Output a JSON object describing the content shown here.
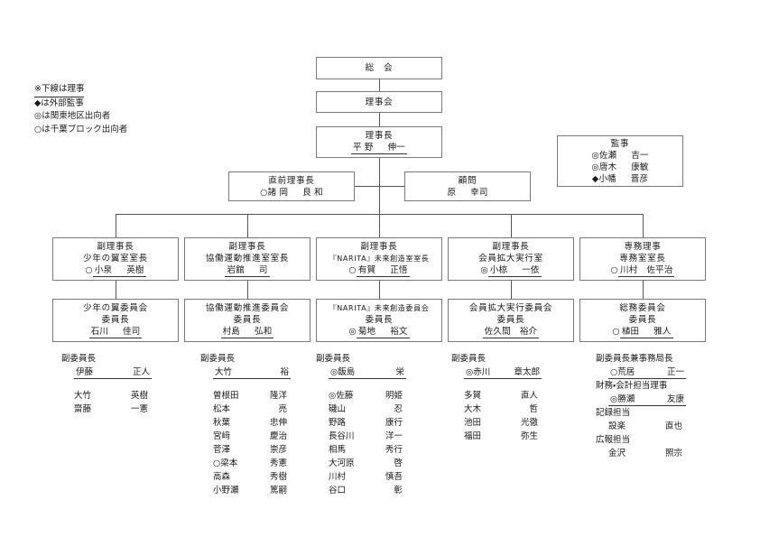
{
  "legend": {
    "title": "※下線は理事",
    "items": [
      "◆は外部監事",
      "◎は関東地区出向者",
      "○は千葉ブロック出向者"
    ]
  },
  "boxes": {
    "assembly": {
      "title": "総　会"
    },
    "board": {
      "title": "理事会"
    },
    "chairman": {
      "title": "理事長",
      "name_last": "平 野",
      "name_first": "伸一"
    },
    "auditors": {
      "title": "監事",
      "members": [
        {
          "mark": "◎",
          "last": "佐瀬",
          "first": "吉一"
        },
        {
          "mark": "◎",
          "last": "唐木",
          "first": "康敏"
        },
        {
          "mark": "◆",
          "last": "小幡",
          "first": "晋彦"
        }
      ]
    },
    "past_chairman": {
      "title": "直前理事長",
      "mark": "○",
      "last": "諸 岡",
      "first": "良 和"
    },
    "advisor": {
      "title": "顧問",
      "last": "原",
      "first": "幸司"
    }
  },
  "columns": [
    {
      "officer": {
        "title": "副理事長",
        "subtitle": "少年の翼室室長",
        "mark": "○",
        "last": "小泉",
        "first": "英樹"
      },
      "committee": {
        "title": "少年の翼委員会",
        "role": "委員長",
        "mark": "",
        "last": "石川",
        "first": "佳司"
      },
      "vice": {
        "role": "副委員長",
        "mark": "",
        "last": "伊藤",
        "first": "正人"
      },
      "extra_roles": [],
      "members": [
        {
          "mark": "",
          "last": "大竹",
          "first": "英樹"
        },
        {
          "mark": "",
          "last": "齋藤",
          "first": "一憲"
        }
      ]
    },
    {
      "officer": {
        "title": "副理事長",
        "subtitle": "協働運動推進室室長",
        "mark": "",
        "last": "岩舘",
        "first": "司"
      },
      "committee": {
        "title": "協働運動推進委員会",
        "role": "委員長",
        "mark": "",
        "last": "村島",
        "first": "弘和"
      },
      "vice": {
        "role": "副委員長",
        "mark": "",
        "last": "大竹",
        "first": "裕"
      },
      "extra_roles": [],
      "members": [
        {
          "mark": "",
          "last": "曽根田",
          "first": "隆洋"
        },
        {
          "mark": "",
          "last": "松本",
          "first": "亮"
        },
        {
          "mark": "",
          "last": "秋葉",
          "first": "忠伸"
        },
        {
          "mark": "",
          "last": "宮﨑",
          "first": "慶治"
        },
        {
          "mark": "",
          "last": "菅澤",
          "first": "崇彦"
        },
        {
          "mark": "○",
          "last": "梁本",
          "first": "秀憲"
        },
        {
          "mark": "",
          "last": "高森",
          "first": "秀樹"
        },
        {
          "mark": "",
          "last": "小野瀬",
          "first": "篤嗣"
        }
      ]
    },
    {
      "officer": {
        "title": "副理事長",
        "subtitle": "『NARITA』未来創造室室長",
        "mark": "○",
        "last": "有賀",
        "first": "正悟"
      },
      "committee": {
        "title": "『NARITA』未来創造委員会",
        "role": "委員長",
        "mark": "◎",
        "last": "菊地",
        "first": "裕文"
      },
      "vice": {
        "role": "副委員長",
        "mark": "◎",
        "last": "飯島",
        "first": "栄"
      },
      "extra_roles": [],
      "members": [
        {
          "mark": "◎",
          "last": "佐藤",
          "first": "明姫"
        },
        {
          "mark": "",
          "last": "磯山",
          "first": "忍"
        },
        {
          "mark": "",
          "last": "野路",
          "first": "康行"
        },
        {
          "mark": "",
          "last": "長谷川",
          "first": "洋一"
        },
        {
          "mark": "",
          "last": "相馬",
          "first": "秀行"
        },
        {
          "mark": "",
          "last": "大河原",
          "first": "啓"
        },
        {
          "mark": "",
          "last": "川村",
          "first": "慎吾"
        },
        {
          "mark": "",
          "last": "谷口",
          "first": "彰"
        }
      ]
    },
    {
      "officer": {
        "title": "副理事長",
        "subtitle": "会員拡大実行室",
        "mark": "◎",
        "last": "小椋",
        "first": "一依"
      },
      "committee": {
        "title": "会員拡大実行委員会",
        "role": "委員長",
        "mark": "",
        "last": "佐久間",
        "first": "裕介"
      },
      "vice": {
        "role": "副委員長",
        "mark": "◎",
        "last": "赤川",
        "first": "章太郎"
      },
      "extra_roles": [],
      "members": [
        {
          "mark": "",
          "last": "多賀",
          "first": "直人"
        },
        {
          "mark": "",
          "last": "大木",
          "first": "哲"
        },
        {
          "mark": "",
          "last": "池田",
          "first": "光徹"
        },
        {
          "mark": "",
          "last": "福田",
          "first": "弥生"
        }
      ]
    },
    {
      "officer": {
        "title": "専務理事",
        "subtitle": "専務室室長",
        "mark": "○",
        "last": "川村",
        "first": "佐平治"
      },
      "committee": {
        "title": "総務委員会",
        "role": "委員長",
        "mark": "○",
        "last": "植田",
        "first": "雅人"
      },
      "vice": {
        "role": "副委員長兼事務局長",
        "mark": "○",
        "last": "荒居",
        "first": "正一"
      },
      "extra_roles": [
        {
          "role": "財務・会計担当理事",
          "mark": "◎",
          "last": "勝瀬",
          "first": "友康",
          "underline": true
        },
        {
          "role": "記録担当",
          "mark": "",
          "last": "設楽",
          "first": "直也",
          "underline": false
        },
        {
          "role": "広報担当",
          "mark": "",
          "last": "金沢",
          "first": "照宗",
          "underline": false
        }
      ],
      "members": []
    }
  ]
}
